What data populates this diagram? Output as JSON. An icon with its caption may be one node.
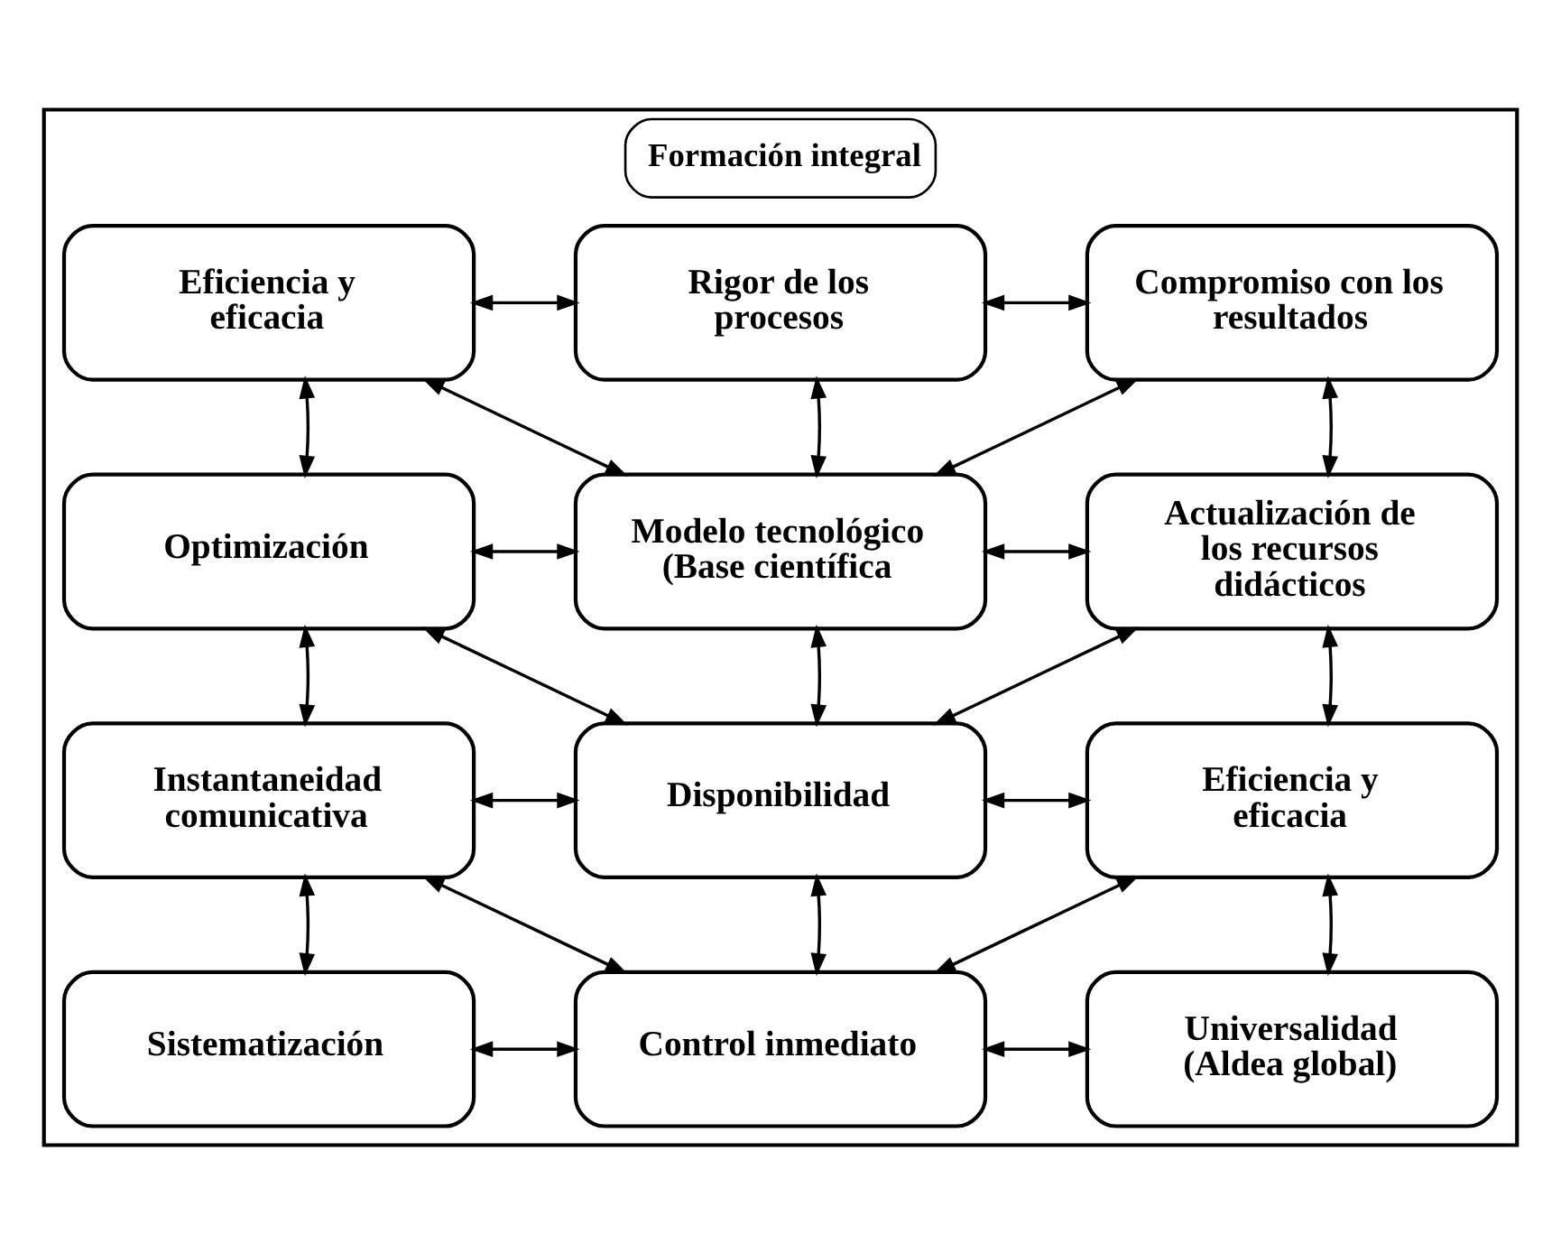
{
  "diagram": {
    "nodes": [
      {
        "text": [
          "Formación integral"
        ]
      },
      {
        "text": [
          "Eficiencia y eficacia"
        ],
        "in": 0
      },
      {
        "text": [
          "Rigor de los procesos"
        ],
        "in": 0
      },
      {
        "text": [
          "Compromiso con los resultados"
        ],
        "in": 0
      },
      {
        "text": [
          "Optimización"
        ],
        "in": 0
      },
      {
        "text": [
          "Modelo tecnológico (Base científica"
        ],
        "in": 0
      },
      {
        "text": [
          "Actualización de los recursos didácticos"
        ],
        "in": 0
      },
      {
        "text": [
          "Instantaneidad comunicativa"
        ],
        "in": 0
      },
      {
        "text": [
          "Disponibilidad"
        ],
        "in": 0
      },
      {
        "text": [
          "Eficiencia y eficacia"
        ],
        "in": 0
      },
      {
        "text": [
          "Sistematización"
        ],
        "in": 0
      },
      {
        "text": [
          "Control inmediato"
        ],
        "in": 0
      },
      {
        "text": [
          "Universalidad (Aldea global)"
        ],
        "in": 0
      }
    ],
    "edges": [
      {
        "from": 1,
        "to": 2,
        "arrow": "both"
      },
      {
        "from": 2,
        "to": 3,
        "arrow": "both"
      },
      {
        "from": 1,
        "to": 4,
        "arrow": "both"
      },
      {
        "from": 1,
        "to": 5,
        "arrow": "both"
      },
      {
        "from": 2,
        "to": 5,
        "arrow": "both"
      },
      {
        "from": 3,
        "to": 5,
        "arrow": "both"
      },
      {
        "from": 3,
        "to": 6,
        "arrow": "both"
      },
      {
        "from": 4,
        "to": 5,
        "arrow": "both"
      },
      {
        "from": 5,
        "to": 6,
        "arrow": "both"
      },
      {
        "from": 4,
        "to": 7,
        "arrow": "both"
      },
      {
        "from": 4,
        "to": 8,
        "arrow": "both"
      },
      {
        "from": 5,
        "to": 8,
        "arrow": "both"
      },
      {
        "from": 6,
        "to": 8,
        "arrow": "both"
      },
      {
        "from": 6,
        "to": 9,
        "arrow": "both"
      },
      {
        "from": 7,
        "to": 8,
        "arrow": "both"
      },
      {
        "from": 8,
        "to": 9,
        "arrow": "both"
      },
      {
        "from": 7,
        "to": 10,
        "arrow": "both"
      },
      {
        "from": 7,
        "to": 11,
        "arrow": "both"
      },
      {
        "from": 8,
        "to": 11,
        "arrow": "both"
      },
      {
        "from": 9,
        "to": 11,
        "arrow": "both"
      },
      {
        "from": 9,
        "to": 12,
        "arrow": "both"
      },
      {
        "from": 10,
        "to": 11,
        "arrow": "both"
      },
      {
        "from": 11,
        "to": 12,
        "arrow": "both"
      }
    ]
  }
}
